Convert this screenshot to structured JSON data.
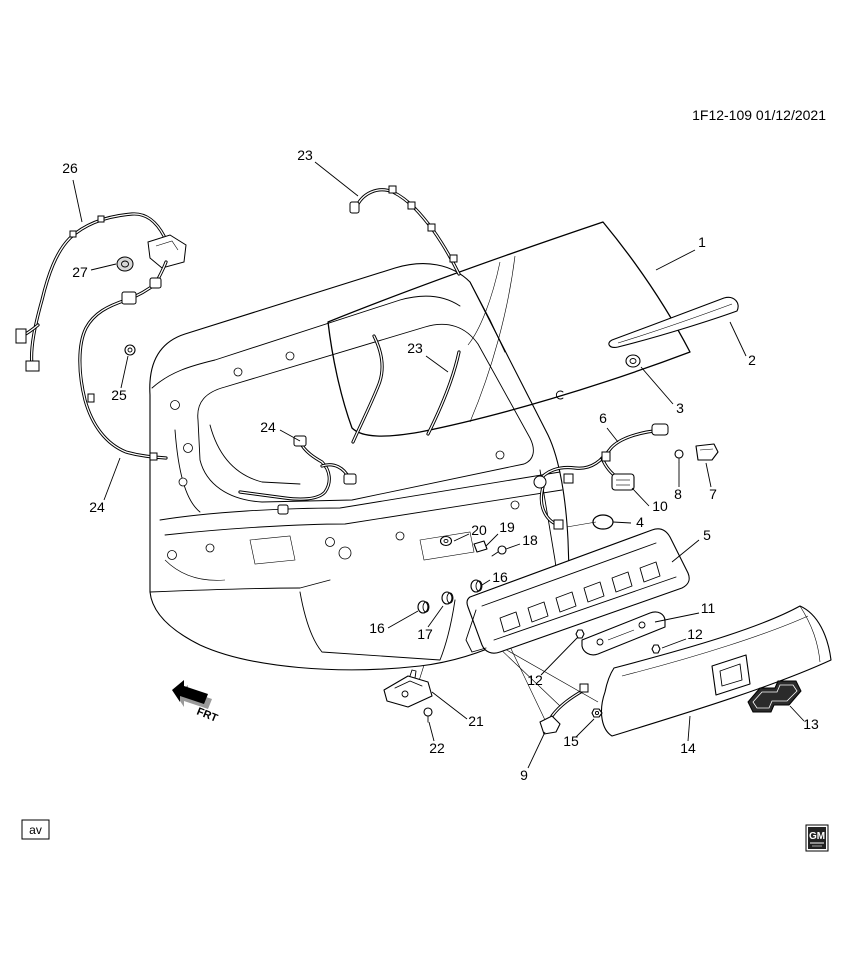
{
  "document": {
    "reference": "1F12-109 01/12/2021"
  },
  "callouts": [
    "23",
    "26",
    "1",
    "27",
    "23",
    "2",
    "25",
    "3",
    "6",
    "24",
    "8",
    "7",
    "10",
    "24",
    "4",
    "20",
    "19",
    "5",
    "18",
    "16",
    "11",
    "16",
    "17",
    "12",
    "12",
    "21",
    "13",
    "15",
    "22",
    "14",
    "9"
  ],
  "orientation_arrow": {
    "label": "FRT",
    "icon": "front-direction-arrow-icon"
  },
  "corner_tag": "av",
  "logo": {
    "text": "GM"
  },
  "colors": {
    "line": "#000000",
    "background": "#ffffff",
    "emblem": "#2b2b2b"
  }
}
